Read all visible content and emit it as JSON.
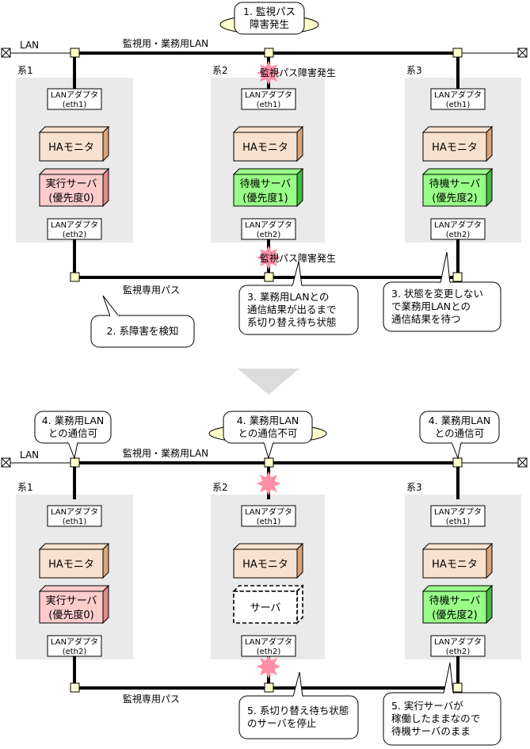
{
  "top": {
    "lan_label": "LAN",
    "network_label": "監視用・業務用LAN",
    "private_label": "監視専用パス",
    "systems": [
      {
        "label": "系1",
        "adapter1": [
          "LANアダプタ",
          "(eth1)"
        ],
        "monitor": "HAモニタ",
        "server": [
          "実行サーバ",
          "(優先度0)"
        ],
        "server_type": "active",
        "adapter2": [
          "LANアダプタ",
          "(eth2)"
        ]
      },
      {
        "label": "系2",
        "adapter1": [
          "LANアダプタ",
          "(eth1)"
        ],
        "monitor": "HAモニタ",
        "server": [
          "待機サーバ",
          "(優先度1)"
        ],
        "server_type": "standby",
        "adapter2": [
          "LANアダプタ",
          "(eth2)"
        ]
      },
      {
        "label": "系3",
        "adapter1": [
          "LANアダプタ",
          "(eth1)"
        ],
        "monitor": "HAモニタ",
        "server": [
          "待機サーバ",
          "(優先度2)"
        ],
        "server_type": "standby",
        "adapter2": [
          "LANアダプタ",
          "(eth2)"
        ]
      }
    ],
    "callout_1": [
      "1. 監視パス",
      "障害発生"
    ],
    "fault_upper": "監視パス障害発生",
    "fault_lower": "監視パス障害発生",
    "callout_2": "2. 系障害を検知",
    "callout_3a": [
      "3. 業務用LANとの",
      "通信結果が出るまで",
      "系切り替え待ち状態"
    ],
    "callout_3b": [
      "3. 状態を変更しない",
      "で業務用LANとの",
      "通信結果を待つ"
    ]
  },
  "bottom": {
    "lan_label": "LAN",
    "network_label": "監視用・業務用LAN",
    "private_label": "監視専用パス",
    "systems": [
      {
        "label": "系1",
        "adapter1": [
          "LANアダプタ",
          "(eth1)"
        ],
        "monitor": "HAモニタ",
        "server": [
          "実行サーバ",
          "(優先度0)"
        ],
        "server_type": "active",
        "adapter2": [
          "LANアダプタ",
          "(eth2)"
        ]
      },
      {
        "label": "系2",
        "adapter1": [
          "LANアダプタ",
          "(eth1)"
        ],
        "monitor": "HAモニタ",
        "server": [
          "サーバ"
        ],
        "server_type": "stopped",
        "adapter2": [
          "LANアダプタ",
          "(eth2)"
        ]
      },
      {
        "label": "系3",
        "adapter1": [
          "LANアダプタ",
          "(eth1)"
        ],
        "monitor": "HAモニタ",
        "server": [
          "待機サーバ",
          "(優先度2)"
        ],
        "server_type": "standby",
        "adapter2": [
          "LANアダプタ",
          "(eth2)"
        ]
      }
    ],
    "callout_4a": [
      "4. 業務用LAN",
      "との通信可"
    ],
    "callout_4b": [
      "4. 業務用LAN",
      "との通信不可"
    ],
    "callout_4c": [
      "4. 業務用LAN",
      "との通信可"
    ],
    "callout_5a": [
      "5. 系切り替え待ち状態",
      "のサーバを停止"
    ],
    "callout_5b": [
      "5. 実行サーバが",
      "稼働したままなので",
      "待機サーバのまま"
    ]
  },
  "colors": {
    "panel": "#eaeaea",
    "monitor_front": "#f8e2cf",
    "monitor_side": "#d9a47c",
    "active_front": "#ffcccc",
    "active_side": "#e08a8a",
    "standby_front": "#99ff88",
    "standby_side": "#44bb44",
    "node": "#ffffcc",
    "burst": "#ff8fa5",
    "bubble": "#ffffcc"
  }
}
